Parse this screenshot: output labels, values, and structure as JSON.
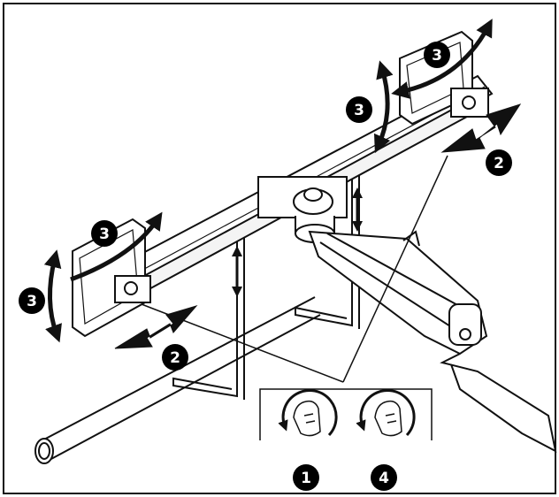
{
  "diagram": {
    "steps": {
      "loosen": "1",
      "slide_arms": "2",
      "tilt_rotate": "3",
      "tighten": "4"
    },
    "colors": {
      "line": "#111111",
      "badge_fill": "#000000",
      "badge_text": "#ffffff",
      "background": "#ffffff"
    },
    "icons": [
      "circular-arrow-icon",
      "hand-icon",
      "double-arrow-icon",
      "curved-arrow-icon"
    ]
  }
}
